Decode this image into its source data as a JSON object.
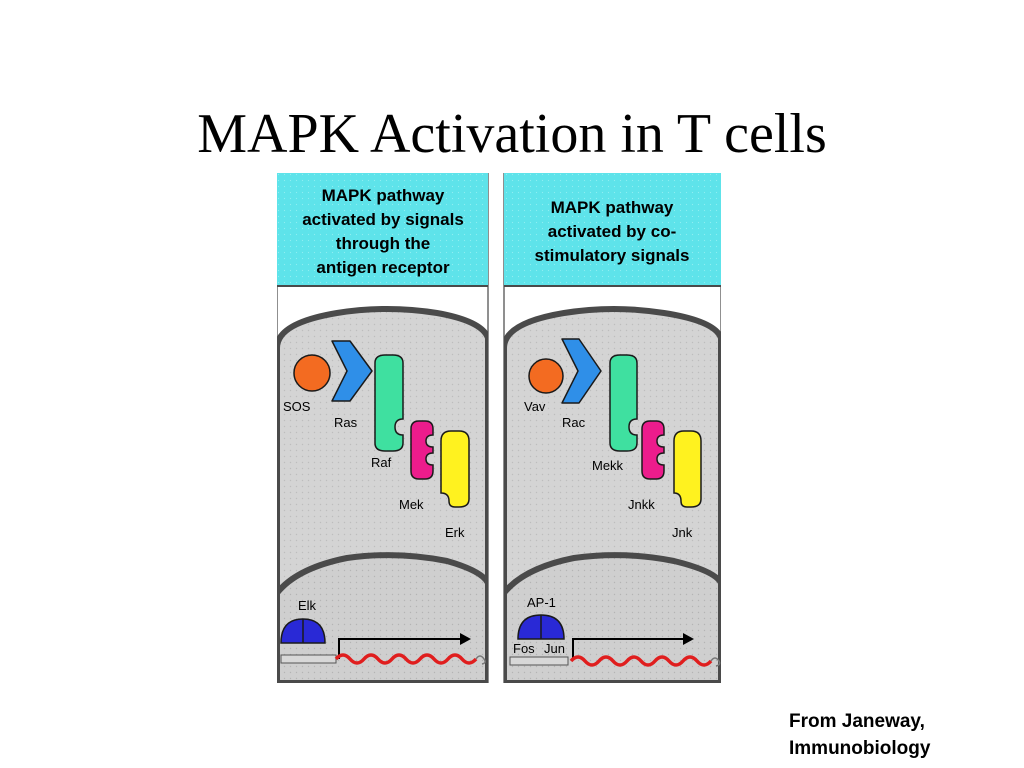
{
  "slide": {
    "title": "MAPK Activation in T cells",
    "credit_line1": "From Janeway,",
    "credit_line2": "Immunobiology"
  },
  "diagram": {
    "left_panel": {
      "header": [
        "MAPK pathway",
        "activated by signals",
        "through the",
        "antigen receptor"
      ],
      "proteins": {
        "exchange_factor": "SOS",
        "gtpase": "Ras",
        "kinase_1": "Raf",
        "kinase_2": "Mek",
        "kinase_3": "Erk"
      },
      "transcription_factor": "Elk",
      "tf_subunits": []
    },
    "right_panel": {
      "header": [
        "MAPK pathway",
        "activated by co-",
        "stimulatory signals"
      ],
      "proteins": {
        "exchange_factor": "Vav",
        "gtpase": "Rac",
        "kinase_1": "Mekk",
        "kinase_2": "Jnkk",
        "kinase_3": "Jnk"
      },
      "transcription_factor": "AP-1",
      "tf_subunits": [
        "Fos",
        "Jun"
      ]
    },
    "colors": {
      "header_bg": "#5ee3ea",
      "cell_bg": "#d4d4d4",
      "membrane": "#4a4a4a",
      "exchange_factor": "#f36b21",
      "gtpase": "#2f8fe8",
      "kinase_1": "#3fe0a0",
      "kinase_2": "#ec1c8c",
      "kinase_3": "#fff21f",
      "transcription_factor": "#2929d6",
      "mrna": "#e01e1e"
    }
  }
}
